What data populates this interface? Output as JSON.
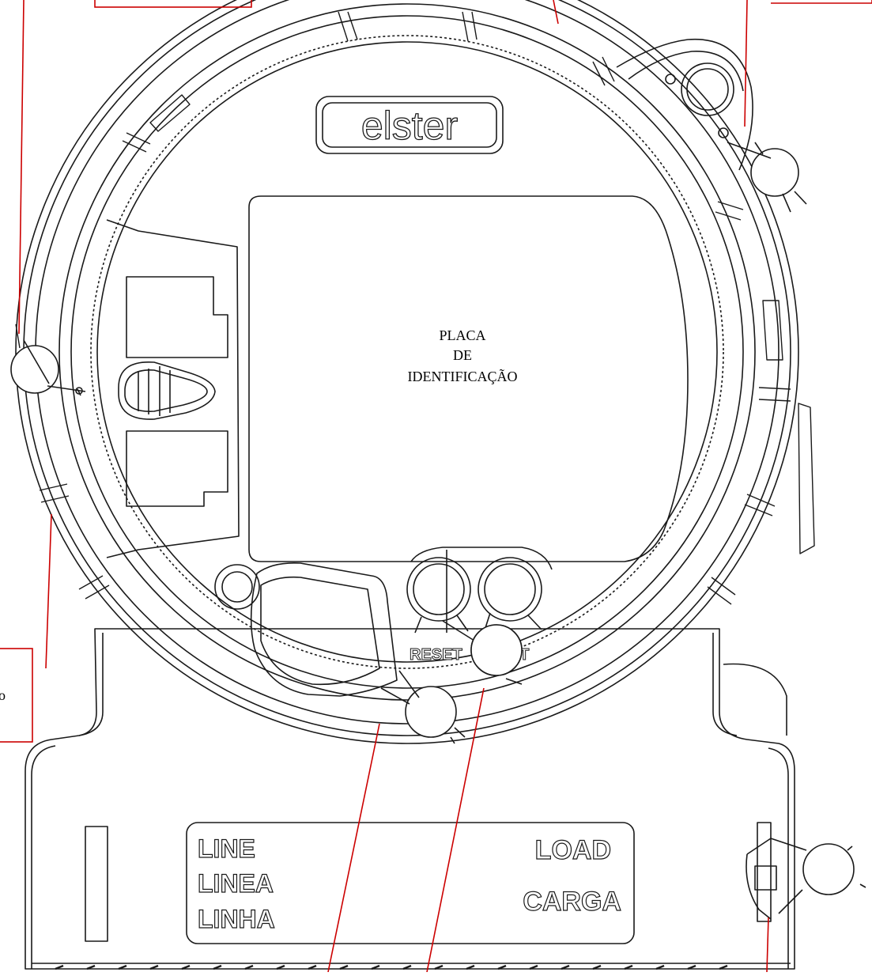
{
  "brand": {
    "logo_text": "elster"
  },
  "nameplate": {
    "line1": "PLACA",
    "line2": "DE",
    "line3": "IDENTIFICAÇÃO"
  },
  "buttons": {
    "reset_label": "RESET",
    "alt_label": "ALT"
  },
  "terminals": {
    "line_labels": [
      "LINE",
      "LINEA",
      "LINHA"
    ],
    "load_labels": [
      "LOAD",
      "CARGA"
    ]
  },
  "callout": {
    "fragment_text": "o"
  },
  "colors": {
    "outline": "#1a1a1a",
    "callout": "#cc0000",
    "background": "#ffffff"
  },
  "icons": [
    "seal-icon",
    "optical-port-icon",
    "reset-button-icon",
    "alt-button-icon",
    "logo-badge-icon"
  ]
}
